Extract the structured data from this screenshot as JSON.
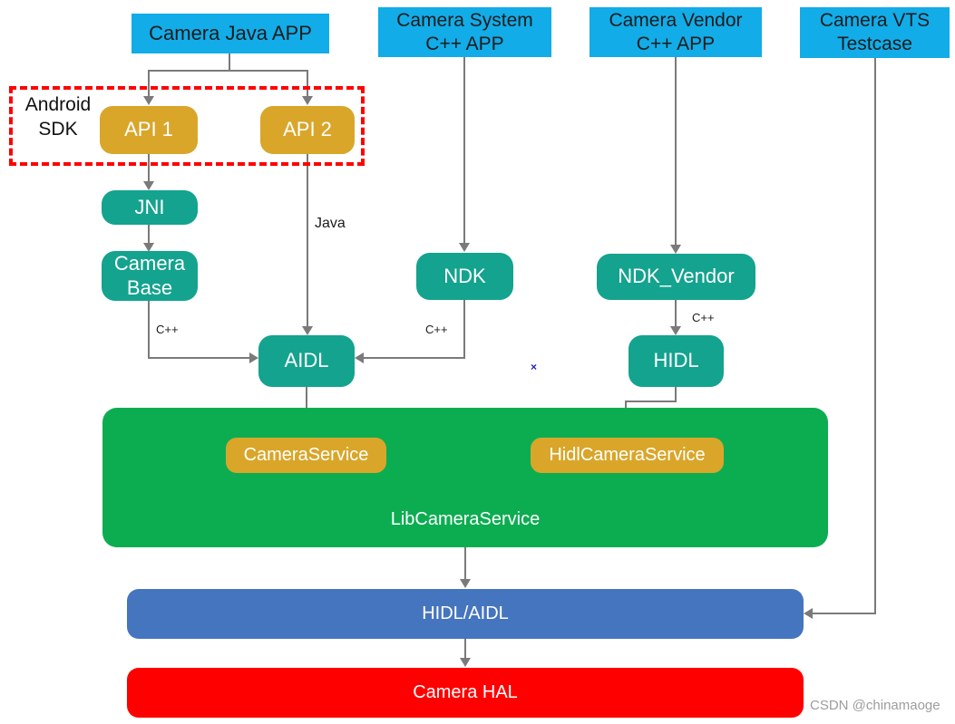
{
  "title": "Android Camera architecture diagram",
  "palette": {
    "app_box_cyan": "#12ACE8",
    "framework_teal": "#14A38E",
    "api_gold": "#D9A62A",
    "service_green": "#0CAD51",
    "interface_blue": "#4675C0",
    "hal_red": "#FF0000",
    "sdk_dashed_border_red": "#FF0000",
    "connector_gray": "#7A7A7A",
    "box_text_dark": "#1c1c1c",
    "box_text_light": "#ffffff",
    "watermark_gray": "#9D9D9D",
    "stray_mark_blue": "#2020C0"
  },
  "nodes": {
    "camera_java_app": "Camera Java APP",
    "camera_system_app": "Camera System\nC++ APP",
    "camera_vendor_app": "Camera Vendor\nC++ APP",
    "camera_vts": "Camera VTS\nTestcase",
    "api1": "API 1",
    "api2": "API 2",
    "jni": "JNI",
    "camera_base": "Camera\nBase",
    "ndk": "NDK",
    "ndk_vendor": "NDK_Vendor",
    "aidl": "AIDL",
    "hidl": "HIDL",
    "camera_service": "CameraService",
    "hidl_camera_service": "HidlCameraService",
    "lib_camera_service": "LibCameraService",
    "hidl_aidl": "HIDL/AIDL",
    "camera_hal": "Camera HAL"
  },
  "annotations": {
    "android_sdk": "Android\nSDK",
    "stray_mark": "×"
  },
  "edge_labels": {
    "java": "Java",
    "cpp_camera_base": "C++",
    "cpp_ndk": "C++",
    "cpp_ndk_vendor": "C++"
  },
  "watermark": "CSDN @chinamaoge"
}
